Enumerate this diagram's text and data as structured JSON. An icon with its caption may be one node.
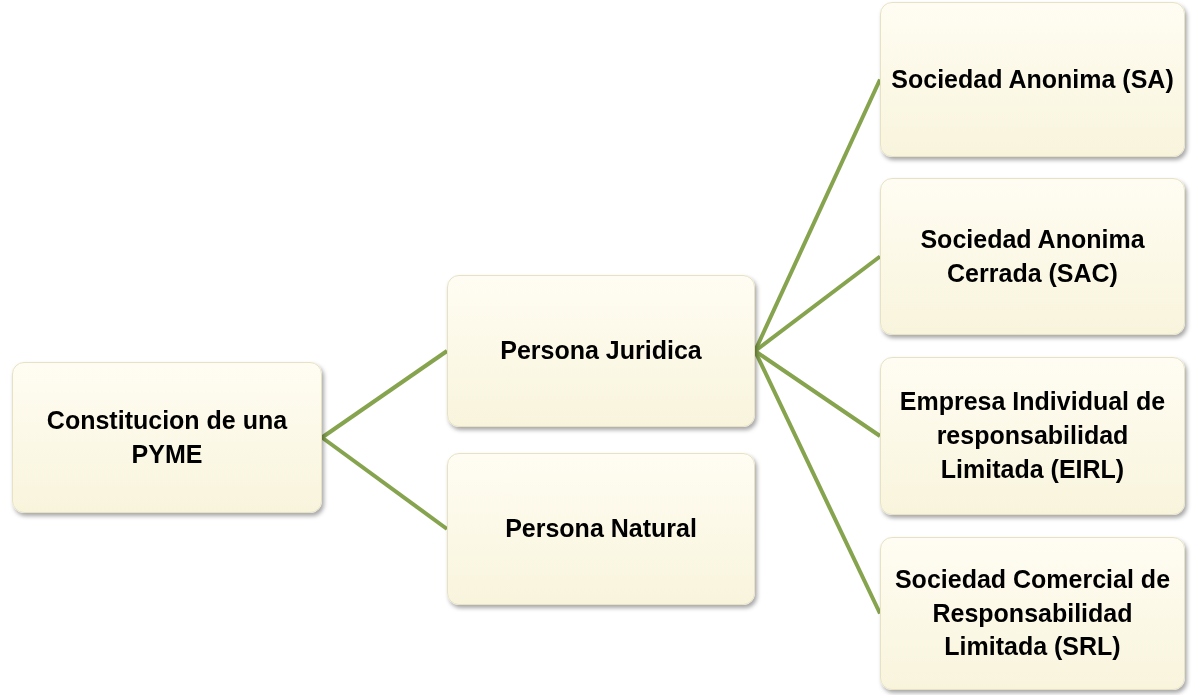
{
  "diagram": {
    "nodes": [
      {
        "text": [
          "Constitucion de una PYME"
        ]
      },
      {
        "text": [
          "Persona Juridica"
        ]
      },
      {
        "text": [
          "Persona Natural"
        ]
      },
      {
        "text": [
          "Sociedad Anonima (SA)"
        ]
      },
      {
        "text": [
          "Sociedad Anonima Cerrada (SAC)"
        ]
      },
      {
        "text": [
          "Empresa Individual de responsabilidad Limitada (EIRL)"
        ]
      },
      {
        "text": [
          "Sociedad Comercial de Responsabilidad Limitada (SRL)"
        ]
      }
    ],
    "edges": [
      {
        "from": 0,
        "to": 1,
        "arrow": "none"
      },
      {
        "from": 0,
        "to": 2,
        "arrow": "none"
      },
      {
        "from": 1,
        "to": 3,
        "arrow": "none"
      },
      {
        "from": 1,
        "to": 4,
        "arrow": "none"
      },
      {
        "from": 1,
        "to": 5,
        "arrow": "none"
      },
      {
        "from": 1,
        "to": 6,
        "arrow": "none"
      }
    ]
  }
}
